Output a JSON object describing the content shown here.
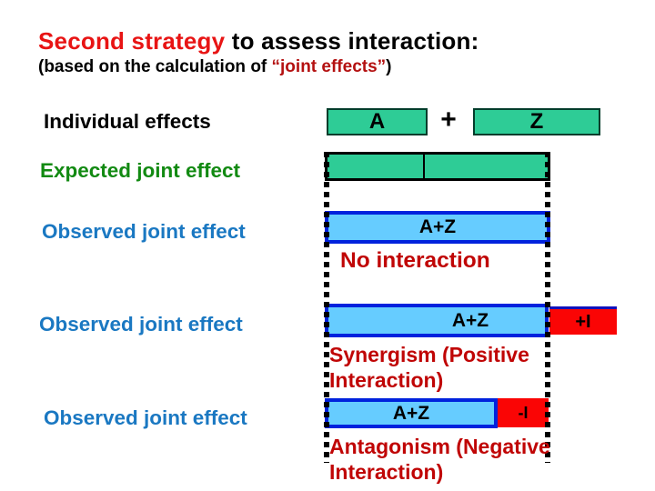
{
  "title": {
    "highlight": "Second strategy",
    "rest": " to assess interaction:"
  },
  "subtitle": {
    "pre": "(based on the calculation of ",
    "highlight": "“joint effects”",
    "post": ")"
  },
  "individual": {
    "label": "Individual effects",
    "box_a": "A",
    "plus": "+",
    "box_z": "Z"
  },
  "expected": {
    "label": "Expected joint effect"
  },
  "observed_no_interaction": {
    "label": "Observed joint effect",
    "bar": "A+Z",
    "annotation": "No interaction"
  },
  "observed_synergism": {
    "label": "Observed joint effect",
    "bar": "A+Z",
    "extra_box": "+I",
    "annotation_line1": "Synergism (Positive",
    "annotation_line2": "Interaction)"
  },
  "observed_antagonism": {
    "label": "Observed joint effect",
    "bar": "A+Z",
    "extra_box": "-I",
    "annotation_line1": "Antagonism (Negative",
    "annotation_line2": "Interaction)"
  },
  "colors": {
    "title-red": "#e81414",
    "dark-red": "#c00505",
    "green-text": "#128a12",
    "blue-text": "#1a78c2",
    "green-fill": "#2ecc96",
    "blue-fill": "#66ccff",
    "blue-border": "#0022dd",
    "red-fill": "#fa0505",
    "black": "#000000"
  }
}
